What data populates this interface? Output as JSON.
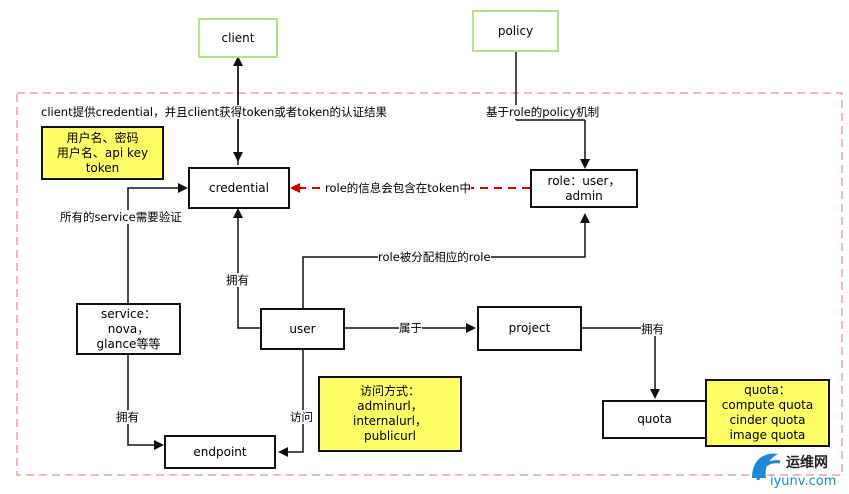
{
  "nodes": {
    "client": "client",
    "policy": "policy",
    "credential": "credential",
    "role": "role：user，\nadmin",
    "service": "service：\nnova，\nglance等等",
    "user": "user",
    "project": "project",
    "endpoint": "endpoint",
    "quota": "quota",
    "note_credential": "用户名、密码\n用户名、api key\ntoken",
    "note_access": "访问方式：\nadminurl，\ninternalurl，\npublicurl",
    "note_quota": "quota：\ncompute quota\ncinder quota\nimage quota"
  },
  "edges": {
    "client_credential": "client提供credential，并且client获得token或者token的认证结果",
    "policy_role": "基于role的policy机制",
    "role_credential": "role的信息会包含在token中",
    "service_credential": "所有的service需要验证",
    "user_credential": "拥有",
    "user_role": "role被分配相应的role",
    "user_project": "属于",
    "project_quota": "拥有",
    "service_endpoint": "拥有",
    "user_endpoint": "访问"
  },
  "watermark": {
    "brand": "运维网",
    "site": "iyunv.com"
  },
  "colors": {
    "border_dashed": "#f0a0a0",
    "green_border": "#b6e38a",
    "note_fill": "#ffff66",
    "dashed_arrow": "#cc0000"
  }
}
